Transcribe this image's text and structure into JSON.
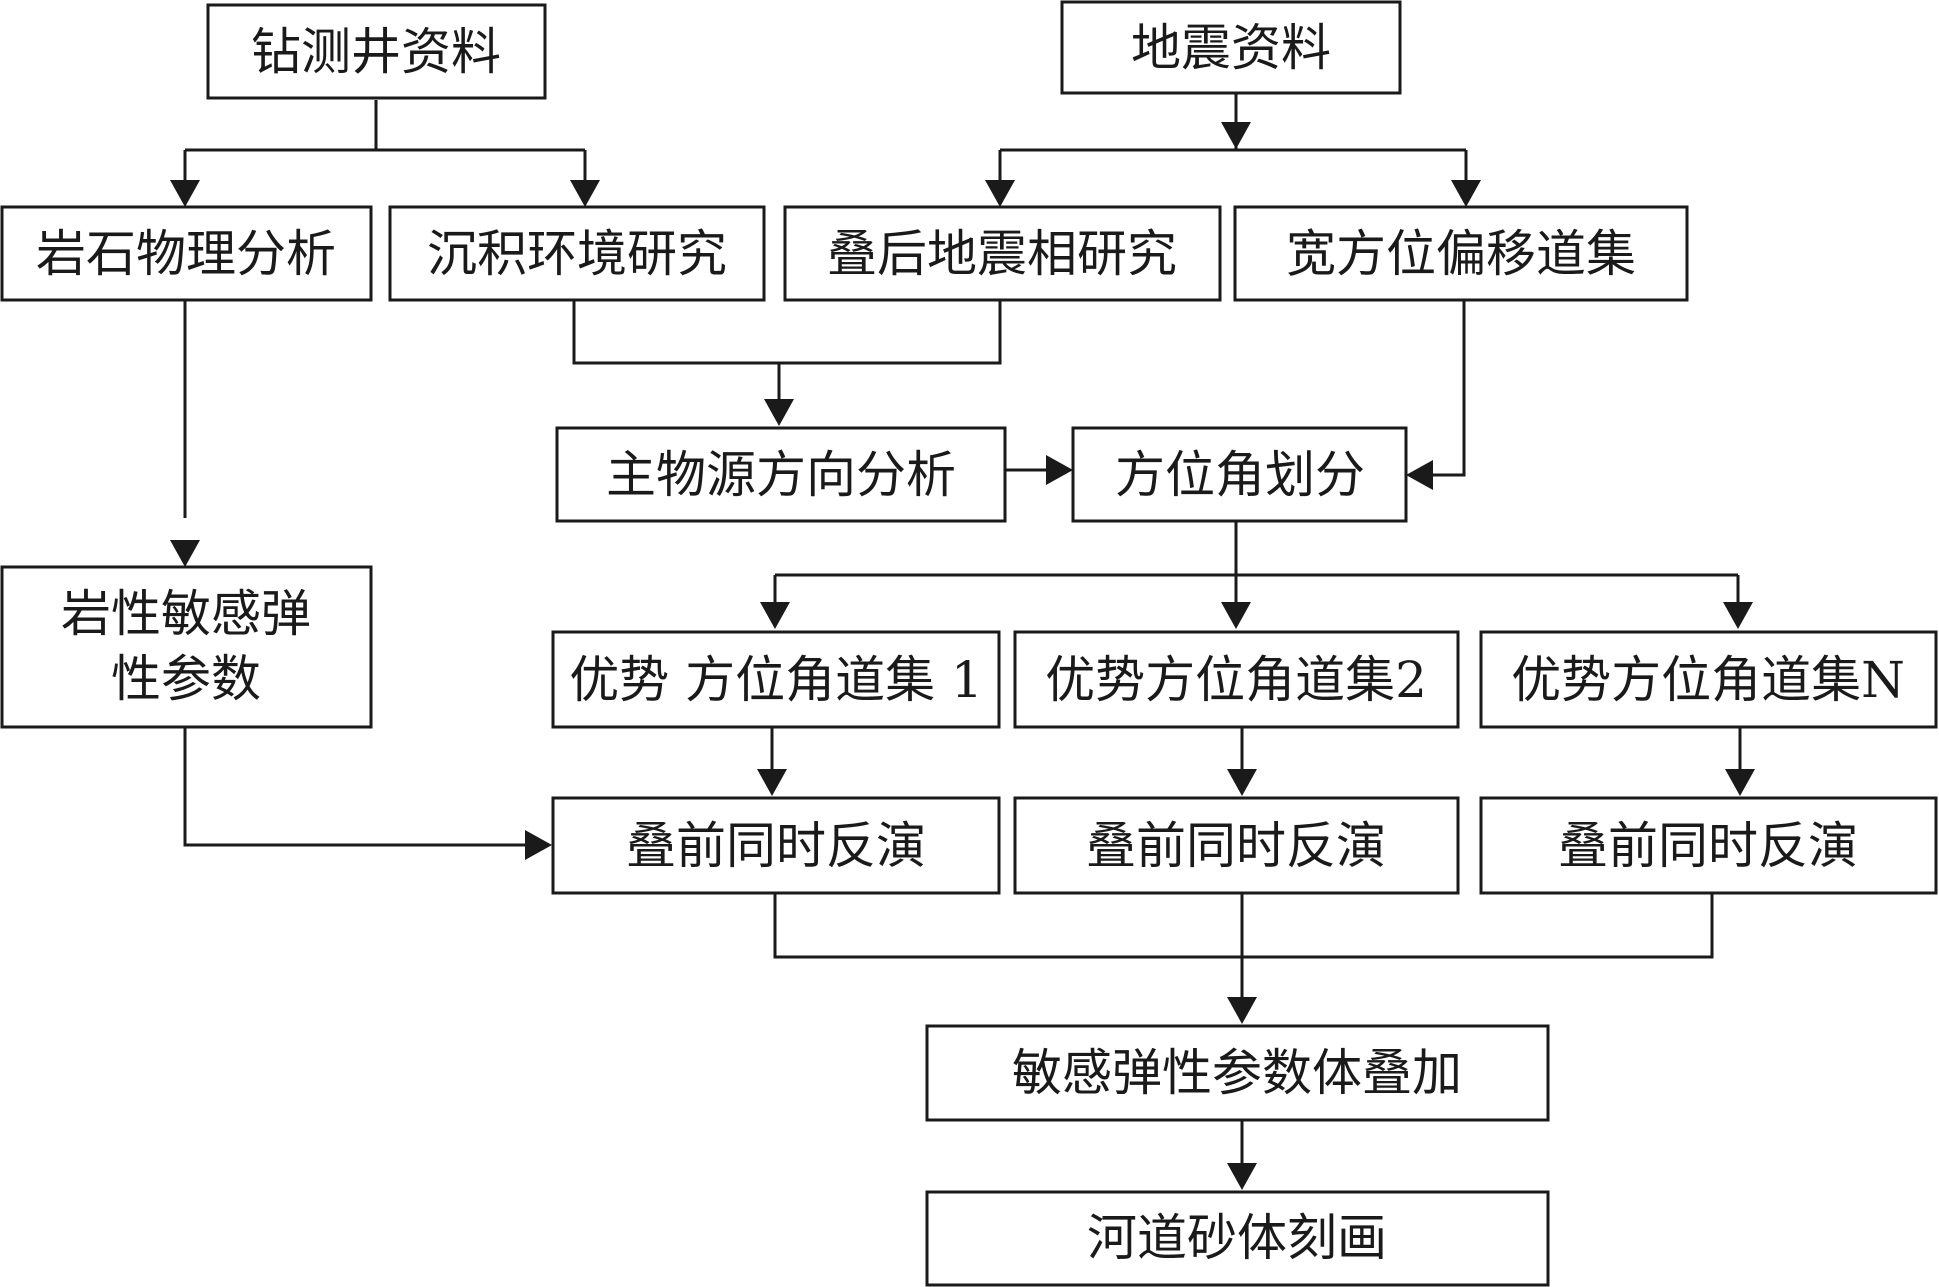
{
  "nodes": {
    "drill_log_data": "钻测井资料",
    "seismic_data": "地震资料",
    "rock_physics_analysis": "岩石物理分析",
    "sedimentary_env_study": "沉积环境研究",
    "poststack_seismic_facies": "叠后地震相研究",
    "wide_azimuth_migration_gathers": "宽方位偏移道集",
    "main_provenance_direction": "主物源方向分析",
    "azimuth_division": "方位角划分",
    "lithology_sensitive_params_line1": "岩性敏感弹",
    "lithology_sensitive_params_line2": "性参数",
    "dominant_azimuth_gather_1": "优势 方位角道集 1",
    "dominant_azimuth_gather_2": "优势方位角道集2",
    "dominant_azimuth_gather_n": "优势方位角道集N",
    "prestack_inversion_1": "叠前同时反演",
    "prestack_inversion_2": "叠前同时反演",
    "prestack_inversion_3": "叠前同时反演",
    "sensitive_param_stack": "敏感弹性参数体叠加",
    "channel_sand_characterization": "河道砂体刻画"
  }
}
